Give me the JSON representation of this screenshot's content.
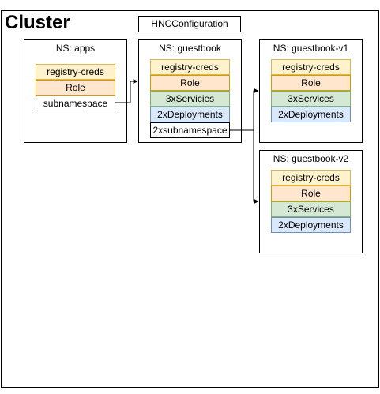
{
  "cluster": {
    "title": "Cluster"
  },
  "hnc_configuration": "HNCConfiguration",
  "namespaces": {
    "apps": {
      "title": "NS: apps",
      "items": [
        "registry-creds",
        "Role",
        "subnamespace"
      ]
    },
    "guestbook": {
      "title": "NS: guestbook",
      "items": [
        "registry-creds",
        "Role",
        "3xServicies",
        "2xDeployments",
        "2xsubnamespace"
      ]
    },
    "guestbook_v1": {
      "title": "NS: guestbook-v1",
      "items": [
        "registry-creds",
        "Role",
        "3xServices",
        "2xDeployments"
      ]
    },
    "guestbook_v2": {
      "title": "NS: guestbook-v2",
      "items": [
        "registry-creds",
        "Role",
        "3xServices",
        "2xDeployments"
      ]
    }
  },
  "colors": {
    "yellow_fill": "#fff2cc",
    "orange_fill": "#ffe6cc",
    "green_fill": "#d5e8d4",
    "blue_fill": "#dae8fc"
  }
}
